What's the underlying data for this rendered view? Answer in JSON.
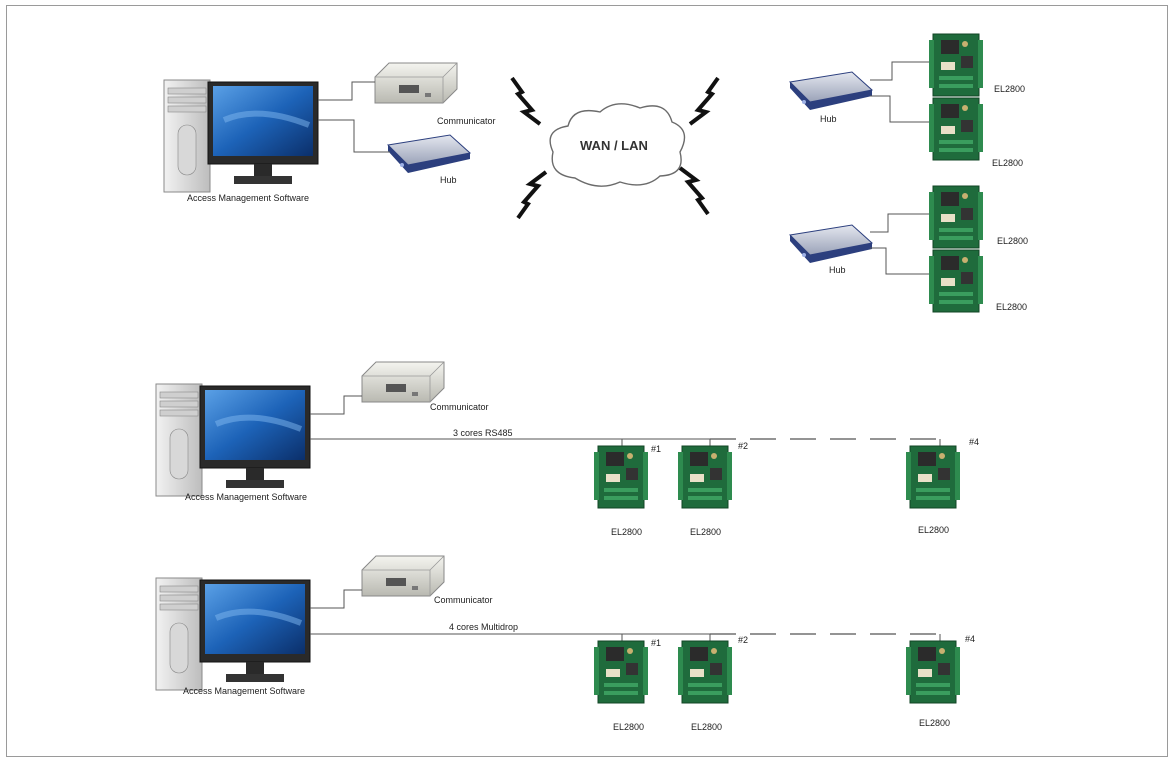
{
  "cloud_label": "WAN / LAN",
  "sections": {
    "top": {
      "software_label": "Access Management Software",
      "communicator_label": "Communicator",
      "local_hub_label": "Hub",
      "remote_hub_1_label": "Hub",
      "remote_hub_2_label": "Hub",
      "controllers": [
        "EL2800",
        "EL2800",
        "EL2800",
        "EL2800"
      ]
    },
    "middle": {
      "software_label": "Access Management Software",
      "communicator_label": "Communicator",
      "cable_label": "3 cores RS485",
      "node_numbers": [
        "#1",
        "#2",
        "#4"
      ],
      "controllers": [
        "EL2800",
        "EL2800",
        "EL2800"
      ]
    },
    "bottom": {
      "software_label": "Access Management Software",
      "communicator_label": "Communicator",
      "cable_label": "4 cores Multidrop",
      "node_numbers": [
        "#1",
        "#2",
        "#4"
      ],
      "controllers": [
        "EL2800",
        "EL2800",
        "EL2800"
      ]
    }
  },
  "colors": {
    "monitor_screen": "#1d63b8",
    "board_green": "#1f6b3c",
    "hub_blue": "#2c3f7e",
    "line": "#555555"
  }
}
